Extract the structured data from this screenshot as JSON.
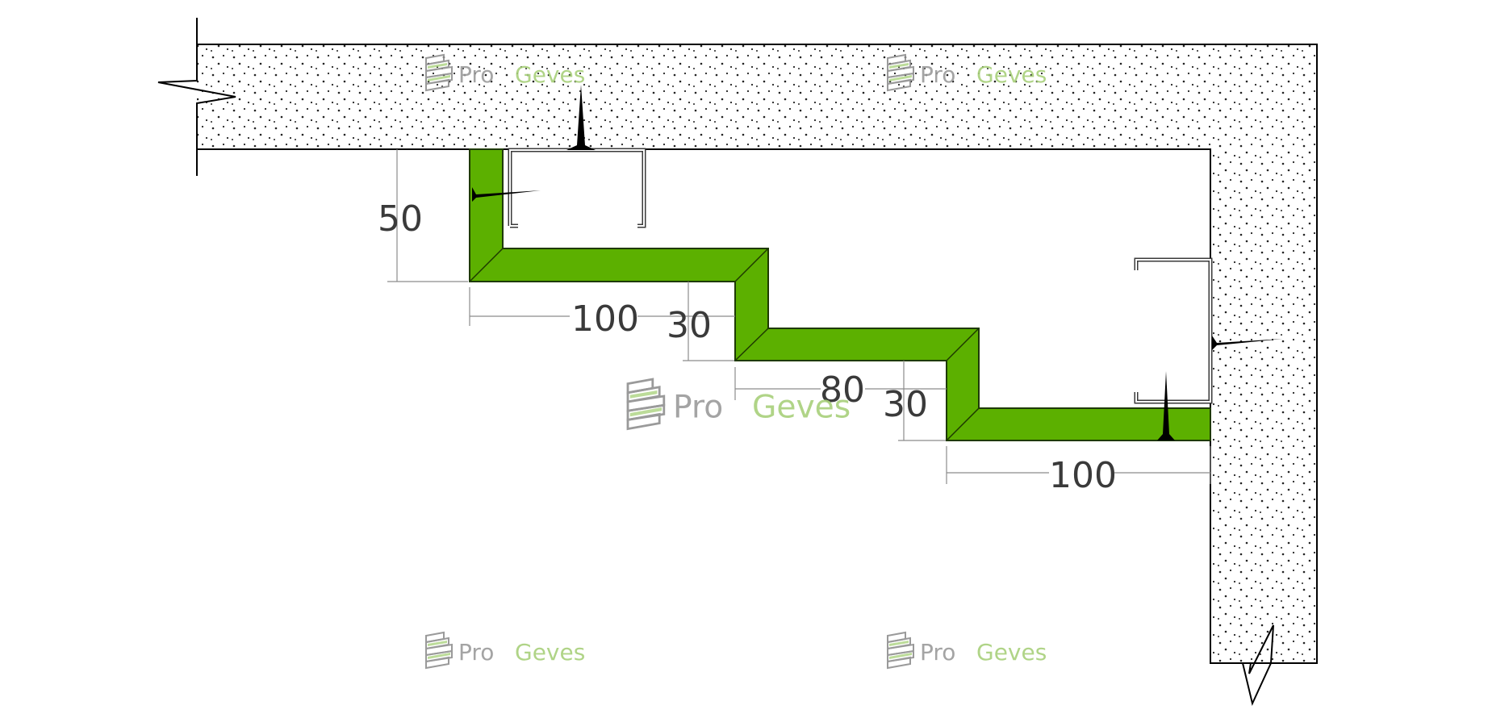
{
  "drawing": {
    "colors": {
      "profile_fill": "#5cb000",
      "profile_stroke": "#1e3a00",
      "concrete_fill": "#ffffff",
      "line": "#000000",
      "dimension_line": "#8c8c8c",
      "dimension_text": "#3a3a3a",
      "watermark_gray": "#9a9a9a",
      "watermark_green": "#a7d07a"
    },
    "dimensions": [
      {
        "id": "left-drop",
        "label": "50"
      },
      {
        "id": "first-step-width",
        "label": "100"
      },
      {
        "id": "first-step-drop",
        "label": "30"
      },
      {
        "id": "middle-step-width",
        "label": "80"
      },
      {
        "id": "second-step-drop",
        "label": "30"
      },
      {
        "id": "last-step-width",
        "label": "100"
      }
    ],
    "watermark": {
      "pro": "Pro",
      "geves": "Geves"
    }
  }
}
